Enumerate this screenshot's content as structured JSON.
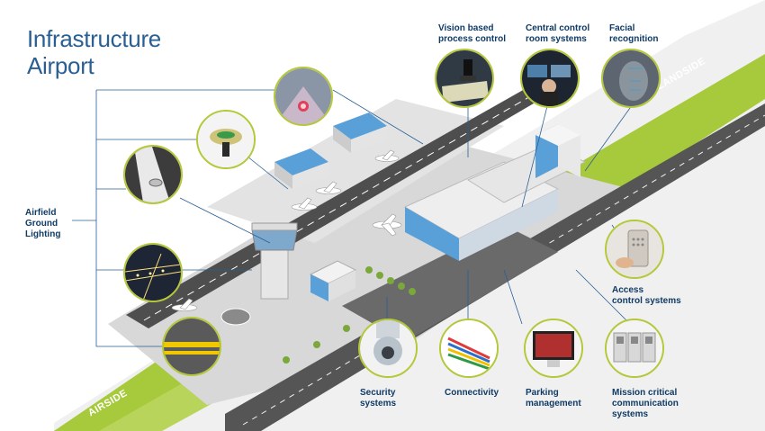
{
  "title": {
    "line1": "Infrastructure",
    "line2": "Airport"
  },
  "zones": {
    "landside": "LANDSIDE",
    "airside": "AIRSIDE"
  },
  "labels": {
    "vision": [
      "Vision based",
      "process control"
    ],
    "central": [
      "Central control",
      "room systems"
    ],
    "facial": [
      "Facial",
      "recognition"
    ],
    "airfield": [
      "Airfield",
      "Ground",
      "Lighting"
    ],
    "access": [
      "Access",
      "control systems"
    ],
    "security": [
      "Security",
      "systems"
    ],
    "connectivity": [
      "Connectivity"
    ],
    "parking": [
      "Parking",
      "management"
    ],
    "mission": [
      "Mission critical",
      "communication",
      "systems"
    ]
  },
  "icons": {
    "vision": "camera-inspection-icon",
    "central": "control-room-operator-icon",
    "facial": "face-scan-icon",
    "runway_light": "runway-light-icon",
    "ground_fixture": "ground-light-fixture-icon",
    "inset_light": "inset-light-icon",
    "taxiway_lights": "taxiway-lights-icon",
    "marking": "runway-marking-icon",
    "security": "dome-camera-icon",
    "connectivity": "cable-bundle-icon",
    "parking": "parking-monitor-icon",
    "mission": "intercom-panel-icon",
    "access": "keypad-access-icon"
  },
  "colors": {
    "title": "#2a5f93",
    "label": "#0f3b66",
    "accent_green": "#a7c93c",
    "circle_border": "#b5c83a",
    "ground": "#dcdcdc",
    "runway": "#4e4e4e"
  }
}
